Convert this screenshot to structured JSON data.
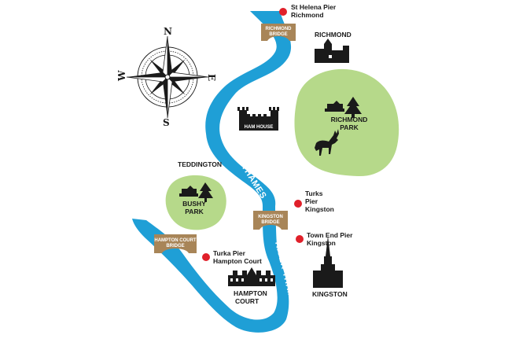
{
  "compass": {
    "n": "N",
    "s": "S",
    "e": "E",
    "w": "W"
  },
  "river": {
    "name_upper": "RIVER THAMES",
    "name_lower": "RIVER THAMES",
    "color": "#1f9fd6"
  },
  "parks": {
    "richmond": {
      "line1": "RICHMOND",
      "line2": "PARK"
    },
    "bushy": {
      "line1": "BUSHY",
      "line2": "PARK"
    },
    "color": "#b6d98a"
  },
  "bridges": {
    "richmond": {
      "line1": "RICHMOND",
      "line2": "BRIDGE"
    },
    "kingston": {
      "line1": "KINGSTON",
      "line2": "BRIDGE"
    },
    "hampton_court": {
      "line1": "HAMPTON COURT",
      "line2": "BRIDGE"
    },
    "color": "#a88558"
  },
  "piers": {
    "st_helena": {
      "line1": "St Helena Pier",
      "line2": "Richmond"
    },
    "turks_kingston": {
      "line1": "Turks",
      "line2": "Pier",
      "line3": "Kingston"
    },
    "town_end": {
      "line1": "Town End Pier",
      "line2": "Kingston"
    },
    "turks_hampton": {
      "line1": "Turka Pier",
      "line2": "Hampton Court"
    },
    "marker_color": "#e0202a"
  },
  "places": {
    "richmond": "RICHMOND",
    "teddington": "TEDDINGTON",
    "ham_house": "HAM HOUSE",
    "hampton_court": {
      "line1": "HAMPTON",
      "line2": "COURT"
    },
    "kingston": "KINGSTON"
  }
}
